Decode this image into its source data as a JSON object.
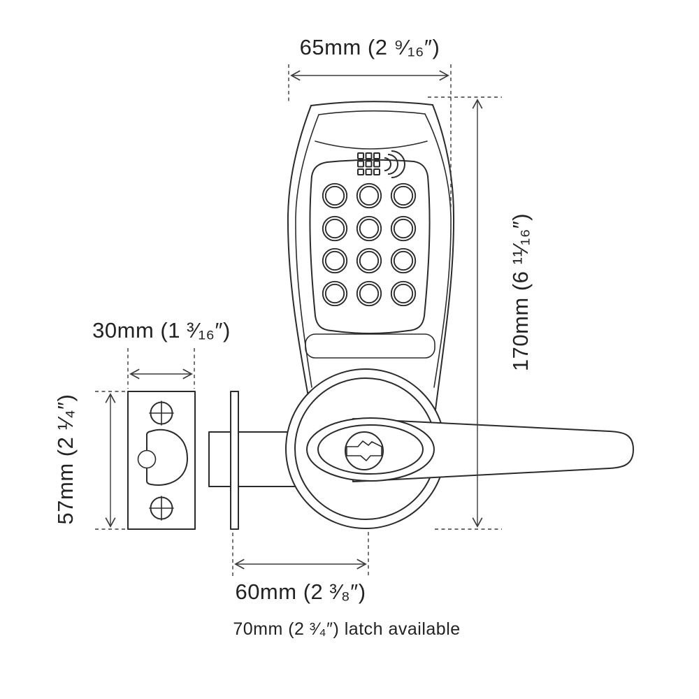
{
  "page": {
    "background": "#ffffff",
    "line_color": "#2b2b2b"
  },
  "diagram": {
    "type": "technical-drawing",
    "subject": "digital keypad door lock with lever handle, rose, tubular latch and strike plate",
    "dimensions": {
      "body_width": "65mm (2 ⁹⁄₁₆″)",
      "body_height": "170mm (6 ¹¹⁄₁₆″)",
      "plate_width": "30mm (1 ³⁄₁₆″)",
      "plate_height": "57mm (2 ¹⁄₄″)",
      "backset": "60mm (2 ³⁄₈″)"
    },
    "note": "70mm (2 ³⁄₄″) latch available",
    "keypad": {
      "rows": 4,
      "columns": 3,
      "buttons": 12
    },
    "icons": {
      "speaker": "speaker-grille-icon"
    }
  }
}
